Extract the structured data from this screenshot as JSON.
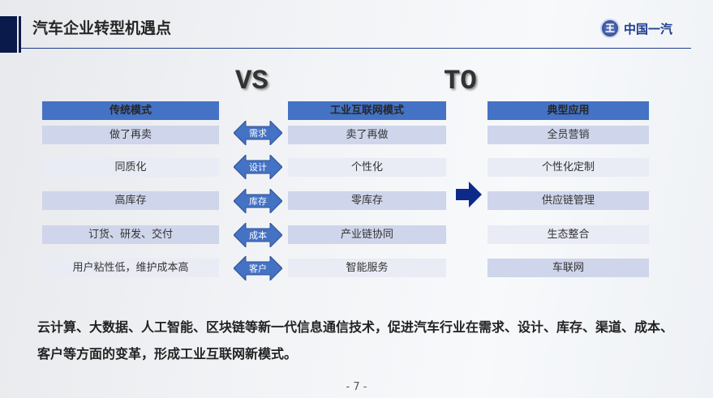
{
  "header": {
    "title": "汽车企业转型机遇点",
    "logo_text": "中国一汽"
  },
  "labels": {
    "vs": "VS",
    "to": "TO"
  },
  "traditional": {
    "header": "传统模式",
    "rows": [
      "做了再卖",
      "同质化",
      "高库存",
      "订货、研发、交付",
      "用户粘性低，维护成本高"
    ]
  },
  "arrows": [
    "需求",
    "设计",
    "库存",
    "成本",
    "客户"
  ],
  "industrial": {
    "header": "工业互联网模式",
    "rows": [
      "卖了再做",
      "个性化",
      "零库存",
      "产业链协同",
      "智能服务"
    ]
  },
  "applications": {
    "header": "典型应用",
    "rows": [
      "全员营销",
      "个性化定制",
      "供应链管理",
      "生态整合",
      "车联网"
    ]
  },
  "footer": "云计算、大数据、人工智能、区块链等新一代信息通信技术，促进汽车行业在需求、设计、库存、渠道、成本、客户等方面的变革，形成工业互联网新模式。",
  "page": "- 7 -",
  "colors": {
    "header": "#4472c4",
    "dark": "#cfd5ea",
    "light": "#e9ebf5",
    "navy": "#0a1a4a"
  }
}
